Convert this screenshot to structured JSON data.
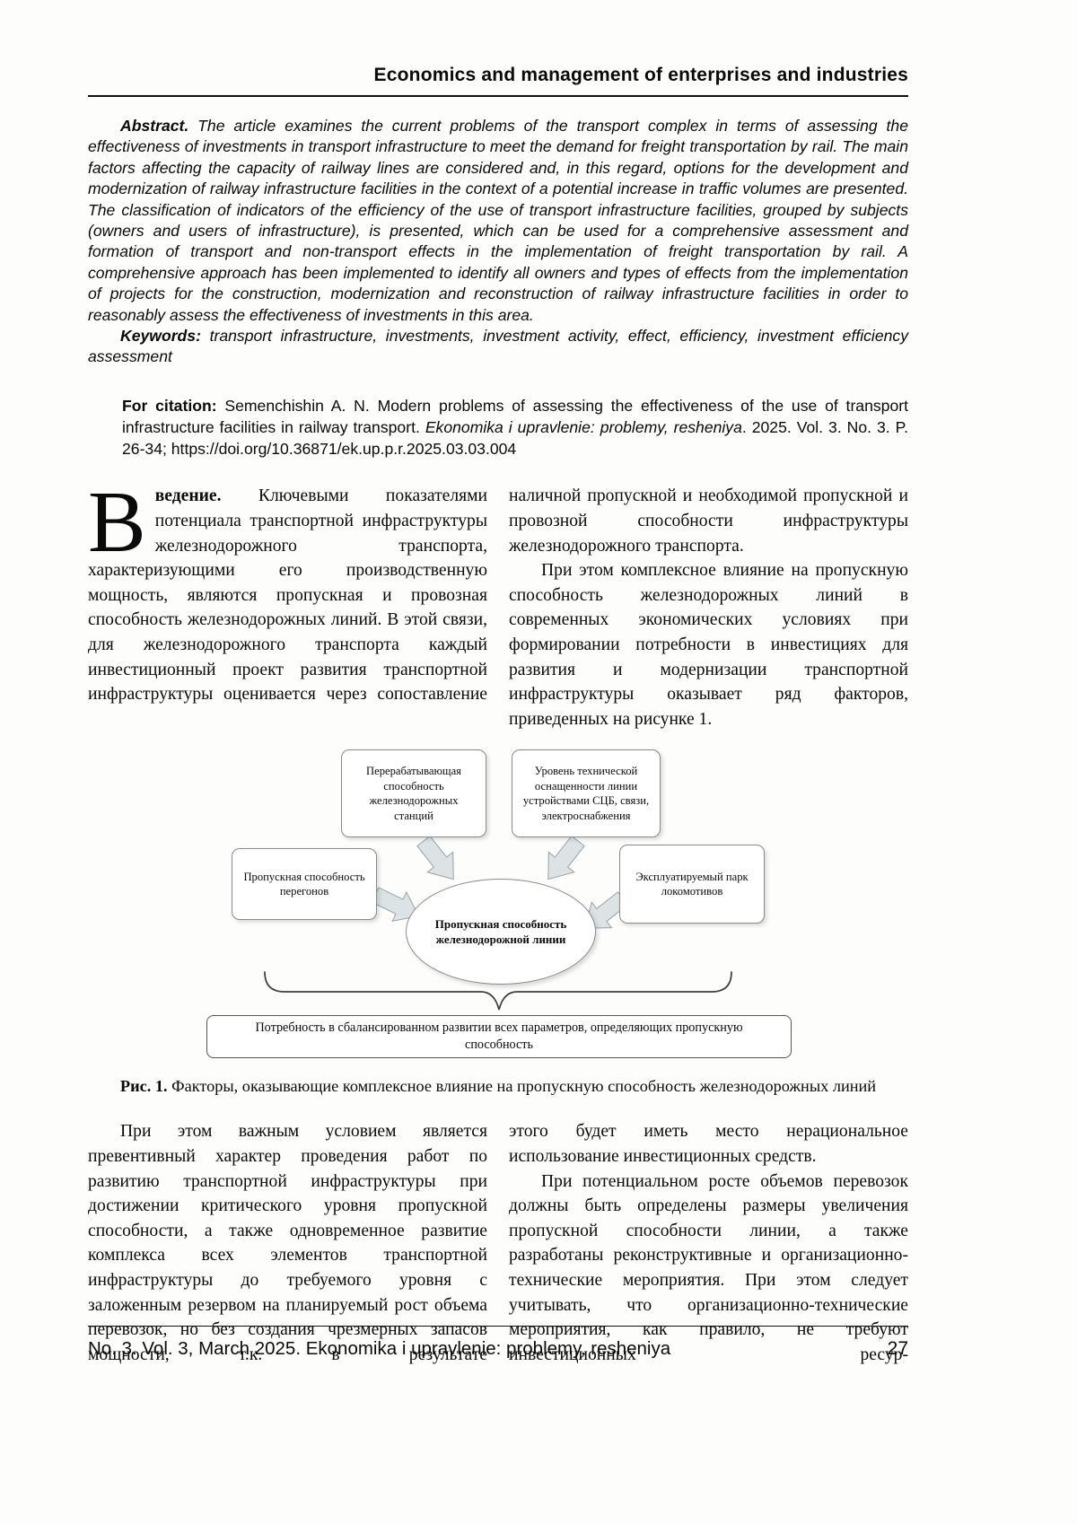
{
  "header": {
    "title": "Economics and management of enterprises and industries"
  },
  "abstract": {
    "label": "Abstract.",
    "text": " The article examines the current problems of the transport complex in terms of assessing the effectiveness of investments in transport infrastructure to meet the demand for freight transportation by rail. The main factors affecting the capacity of railway lines are considered and, in this regard, options for the development and modernization of railway infrastructure facilities in the context of a potential increase in traffic volumes are presented. The classification of indicators of the efficiency of the use of transport infrastructure facilities, grouped by subjects (owners and users of infrastructure), is presented, which can be used for a comprehensive assessment and formation of transport and non-transport effects in the implementation of freight transportation by rail. A comprehensive approach has been implemented to identify all owners and types of effects from the implementation of projects for the construction, modernization and reconstruction of railway infrastructure facilities in order to reasonably assess the effectiveness of investments in this area."
  },
  "keywords": {
    "label": "Keywords:",
    "text": " transport infrastructure, investments, investment activity, effect, efficiency, investment efficiency assessment"
  },
  "citation": {
    "label": "For citation:",
    "before": " Semenchishin A. N. Modern problems of assessing the effectiveness of the use of transport infrastructure facilities in railway transport. ",
    "journal": "Ekonomika i upravlenie: problemy, resheniya",
    "after": ". 2025. Vol. 3. No. 3. P. 26-34; https://doi.org/10.36871/ek.up.p.r.2025.03.03.004"
  },
  "intro": {
    "dropcap": "В",
    "lead": "ведение.",
    "col1_rest": " Ключевыми показателями потенциала транспортной инфраструктуры железнодорожного транспорта, характеризующими его производственную мощность, являются пропускная и провозная способность железнодорожных линий. В этой связи, для железнодорожного транспорта каждый инвестиционный проект развития транспортной инфраструктуры оценивается через сопоставление",
    "col2_p1": "наличной пропускной и необходимой пропускной и провозной способности инфраструктуры железнодорожного транспорта.",
    "col2_p2": "При этом комплексное влияние на пропускную способность железнодорожных линий в современных экономических условиях при формировании потребности в инвестициях для развития и модернизации транспортной инфраструктуры оказывает ряд факторов, приведенных на рисунке 1."
  },
  "figure": {
    "box_top_left": "Перерабатывающая способность железнодорожных станций",
    "box_top_right": "Уровень технической оснащенности линии устройствами СЦБ, связи, электроснабжения",
    "box_left": "Пропускная способность перегонов",
    "box_right": "Эксплуатируемый парк локомотивов",
    "center": "Пропускная способность железнодорожной линии",
    "box_bottom": "Потребность в сбалансированном развитии всех параметров, определяющих пропускную способность",
    "caption_label": "Рис. 1.",
    "caption_text": " Факторы, оказывающие комплексное влияние на пропускную способность железнодорожных линий"
  },
  "section2": {
    "col1_p1": "При этом важным условием является превентивный характер проведения работ по развитию транспортной инфраструктуры при достижении критического уровня пропускной способности, а также одновременное развитие комплекса всех элементов транспортной инфраструктуры до требуемого уровня с заложенным резервом на планируемый рост объема перевозок, но без создания чрезмерных запасов мощности, т.к. в результате",
    "col2_p1": "этого будет иметь место нерациональное использование инвестиционных средств.",
    "col2_p2": "При потенциальном росте объемов перевозок должны быть определены размеры увеличения пропускной способности линии, а также разработаны реконструктивные и организационно-технические мероприятия. При этом следует учитывать, что организационно-технические мероприятия, как правило, не требуют инвестиционных ресур-"
  },
  "footer": {
    "left": "No. 3. Vol. 3, March 2025. Ekonomika i upravlenie: problemy, resheniya",
    "page": "27"
  }
}
